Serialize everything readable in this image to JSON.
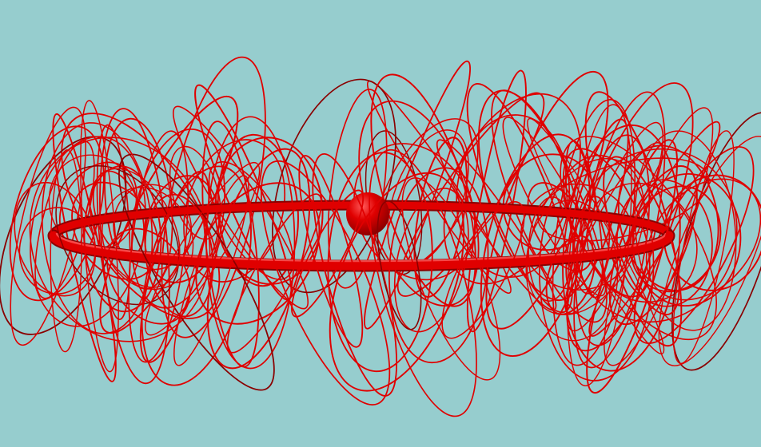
{
  "scene": {
    "background_color": "#96CDCE",
    "object_color": "#E00000",
    "dark_color": "#8A0000",
    "highlight_color": "#FF5A5A",
    "elements": [
      "tangled-orbit-wires",
      "torus-ring",
      "central-sphere"
    ]
  }
}
